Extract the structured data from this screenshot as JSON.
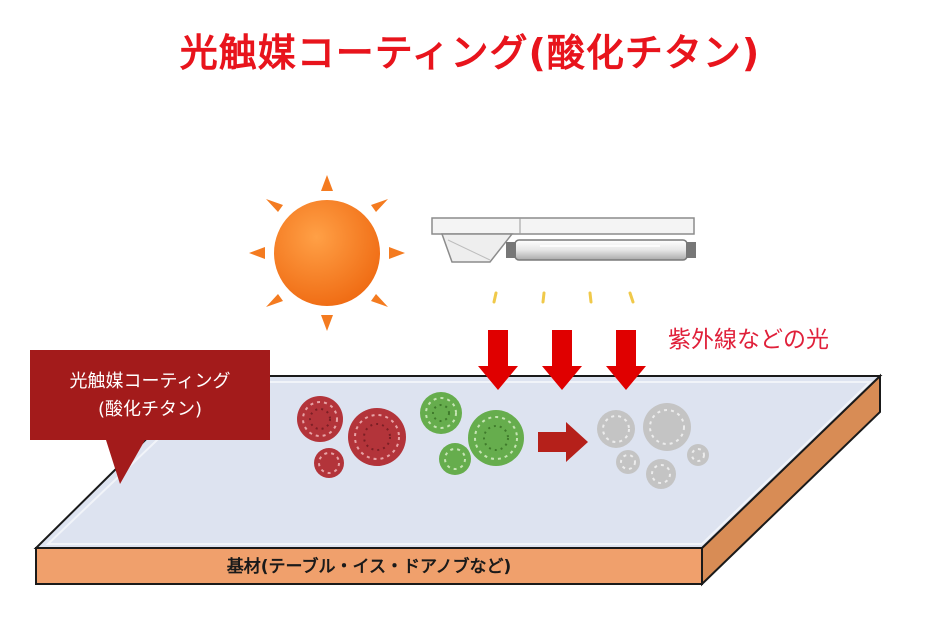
{
  "diagram": {
    "title": "光触媒コーティング(酸化チタン)",
    "uv_label": "紫外線などの光",
    "callout": {
      "line1": "光触媒コーティング",
      "line2": "(酸化チタン)"
    },
    "substrate_label": "基材(テーブル・イス・ドアノブなど)",
    "colors": {
      "title": "#e8141c",
      "sun": "#f47b20",
      "arrow": "#e00000",
      "callout": "#a31b1b",
      "coating": "#dde3f0",
      "substrate": "#f0a06c",
      "virus_active": "#b3343a",
      "virus_inactive_green": "#66ad4d",
      "virus_decomposed": "#c4c4c4"
    },
    "icons": [
      "sun-icon",
      "uv-lamp-icon",
      "virus-icon",
      "arrow-down-icon",
      "arrow-right-icon"
    ]
  }
}
